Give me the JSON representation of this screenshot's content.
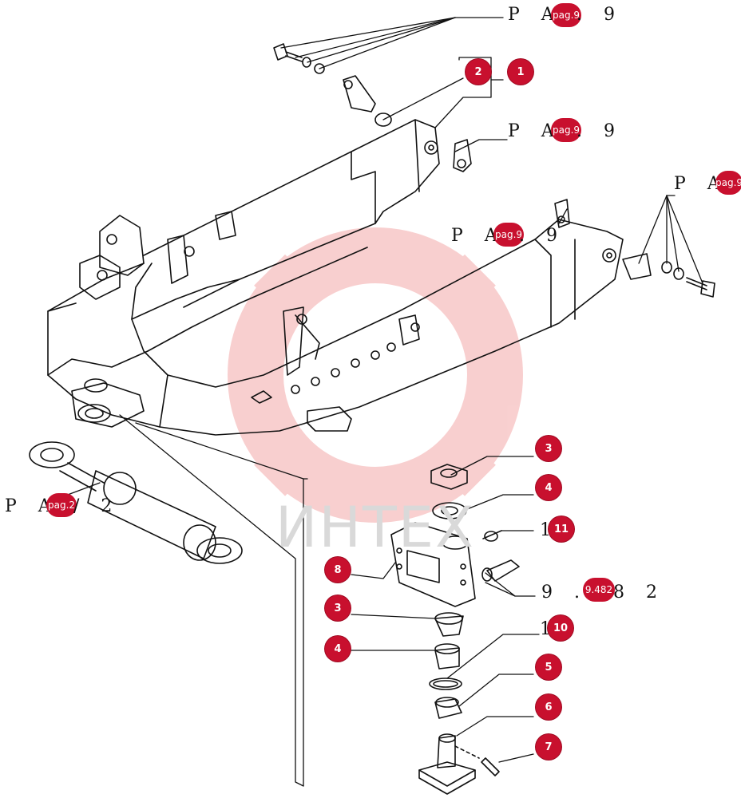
{
  "diagram": {
    "watermark": {
      "text": "ИНТЕХ",
      "color": "#f7c3c3"
    },
    "badge_color": "#c8102e",
    "callouts": [
      {
        "id": "callout-1",
        "label": "1"
      },
      {
        "id": "callout-2",
        "label": "2"
      },
      {
        "id": "callout-3a",
        "label": "3"
      },
      {
        "id": "callout-4a",
        "label": "4"
      },
      {
        "id": "callout-11",
        "label": "11"
      },
      {
        "id": "callout-8",
        "label": "8"
      },
      {
        "id": "callout-3b",
        "label": "3"
      },
      {
        "id": "callout-4b",
        "label": "4"
      },
      {
        "id": "callout-10",
        "label": "10"
      },
      {
        "id": "callout-5",
        "label": "5"
      },
      {
        "id": "callout-6",
        "label": "6"
      },
      {
        "id": "callout-7",
        "label": "7"
      }
    ],
    "references": [
      {
        "id": "ref-top",
        "prefix": "P A",
        "badge": "pag.9",
        "suffix": ". 9"
      },
      {
        "id": "ref-mid",
        "prefix": "P A",
        "badge": "pag.9",
        "suffix": ". 9"
      },
      {
        "id": "ref-right",
        "prefix": "P A",
        "badge": "pag.9",
        "suffix": ""
      },
      {
        "id": "ref-center",
        "prefix": "P A",
        "badge": "pag.9",
        "suffix": ". 9"
      },
      {
        "id": "ref-left",
        "prefix": "P A",
        "badge": "pag.2",
        "suffix": "/ 2"
      },
      {
        "id": "ref-bolt",
        "prefix": "9 .",
        "badge": "9.482",
        "suffix": "8 2"
      }
    ],
    "partial_labels": {
      "eleven_digit": "1",
      "ten_digit": "1"
    }
  }
}
